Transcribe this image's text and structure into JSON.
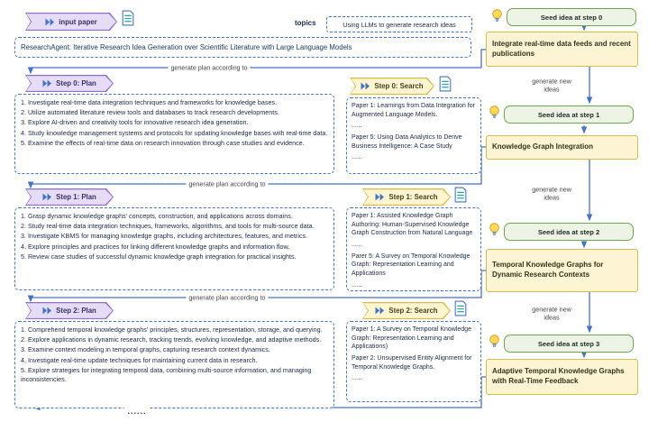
{
  "colors": {
    "blue": "#4472c4",
    "purple-border": "#8f6fc9",
    "purple-fill": "#e6dcf5",
    "yellow-border": "#d9b94a",
    "yellow-fill": "#fdf6d0",
    "green-border": "#6ea84e",
    "green-fill": "#edf4e6",
    "idea-border": "#d2bc4d",
    "idea-fill": "#fcf4d2"
  },
  "header": {
    "input_paper": "input paper",
    "topics_label": "topics",
    "topics_value": "Using LLMs to generate research ideas",
    "paper_title": "ResearchAgent: Iterative Research Idea Generation over Scientific Literature with Large Language Models"
  },
  "labels": {
    "generate_plan": "generate plan according to",
    "generate_new_ideas": "generate new ideas",
    "ellipsis": "......"
  },
  "steps": [
    {
      "plan_label": "Step 0: Plan",
      "plan_items": [
        "1. Investigate real-time data integration techniques and frameworks for knowledge bases.",
        "2. Utilize automated literature review tools and databases to track research developments.",
        "3. Explore AI-driven and creativity tools for innovative research idea generation.",
        "4. Study knowledge management systems and protocols for updating knowledge bases with real-time data.",
        "5. Examine the effects of real-time data on research innovation through case studies and evidence."
      ],
      "search_label": "Step 0: Search",
      "search_lines": [
        "Paper 1: Learnings from Data Integration for Augmented Language Models.",
        "......",
        "Paper 5:  Using Data Analytics to Derive Business Intelligence: A Case Study",
        "......"
      ]
    },
    {
      "plan_label": "Step 1: Plan",
      "plan_items": [
        "1. Grasp dynamic knowledge graphs' concepts, construction, and applications across domains.",
        "2. Study real-time data integration techniques, frameworks, algorithms, and tools for multi-source data.",
        "3. Investigate KBMS for managing knowledge graphs, including architectures, features, and metrics.",
        "4. Explore principles and practices for linking different knowledge graphs and information flow.",
        "5. Review case studies of successful dynamic knowledge graph integration for practical insights."
      ],
      "search_label": "Step 1: Search",
      "search_lines": [
        "Paper 1: Assisted Knowledge Graph Authoring: Human-Supervised Knowledge Graph Construction from Natural Language",
        "......",
        "Parer 5: A Survey on Temporal Knowledge Graph: Representation Learning and Applications",
        "......"
      ]
    },
    {
      "plan_label": "Step 2: Plan",
      "plan_items": [
        "1. Comprehend temporal knowledge graphs' principles, structures, representation, storage, and querying.",
        "2. Explore applications in dynamic research, tracking trends, evolving knowledge, and adaptive methods.",
        "3. Examine context modeling in temporal graphs, capturing research context dynamics.",
        "4. Investigate real-time update techniques for maintaining current data in research.",
        "5. Explore strategies for integrating temporal data, combining multi-source information, and managing inconsistencies."
      ],
      "search_label": "Step 2: Search",
      "search_lines": [
        "Paper 1:  A Survey on Temporal Knowledge Graph: Representation Learning and Applications)",
        "Paper 2: Unsupervised Entity Alignment for Temporal Knowledge Graphs.",
        "......"
      ]
    }
  ],
  "seeds": [
    {
      "label": "Seed idea at step 0",
      "idea": "Integrate real-time data feeds and recent publications"
    },
    {
      "label": "Seed idea at step 1",
      "idea": "Knowledge Graph Integration"
    },
    {
      "label": "Seed idea at step 2",
      "idea": "Temporal Knowledge Graphs for Dynamic Research Contexts"
    },
    {
      "label": "Seed idea at step 3",
      "idea": "Adaptive Temporal Knowledge Graphs with Real-Time Feedback"
    }
  ]
}
